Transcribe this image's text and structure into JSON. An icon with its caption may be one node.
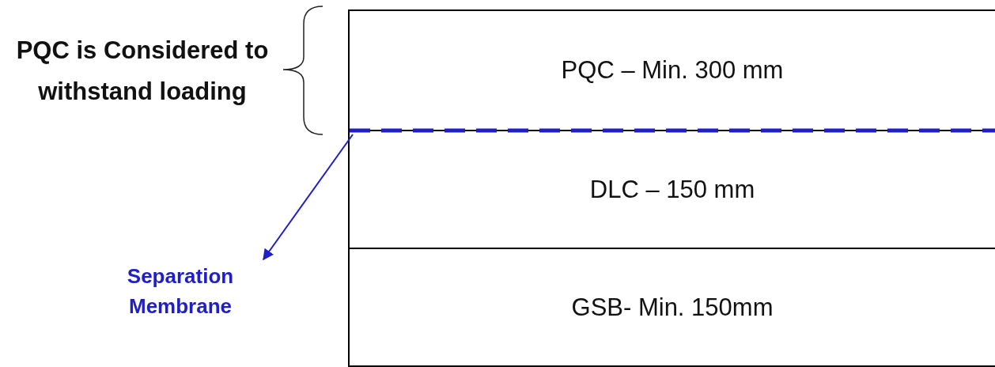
{
  "diagram": {
    "nodes": [
      {
        "text": [
          "PQC – Min. 300 mm"
        ]
      },
      {
        "text": [
          "DLC – 150 mm"
        ]
      },
      {
        "text": [
          "GSB- Min. 150mm"
        ]
      },
      {
        "text": [],
        "shape": "line"
      },
      {
        "text": [
          "Separation Membrane"
        ]
      }
    ],
    "edges": [
      {
        "from": 3,
        "to": 4,
        "arrow": "to"
      }
    ],
    "labels": [
      "PQC is Considered to withstand loading"
    ]
  }
}
